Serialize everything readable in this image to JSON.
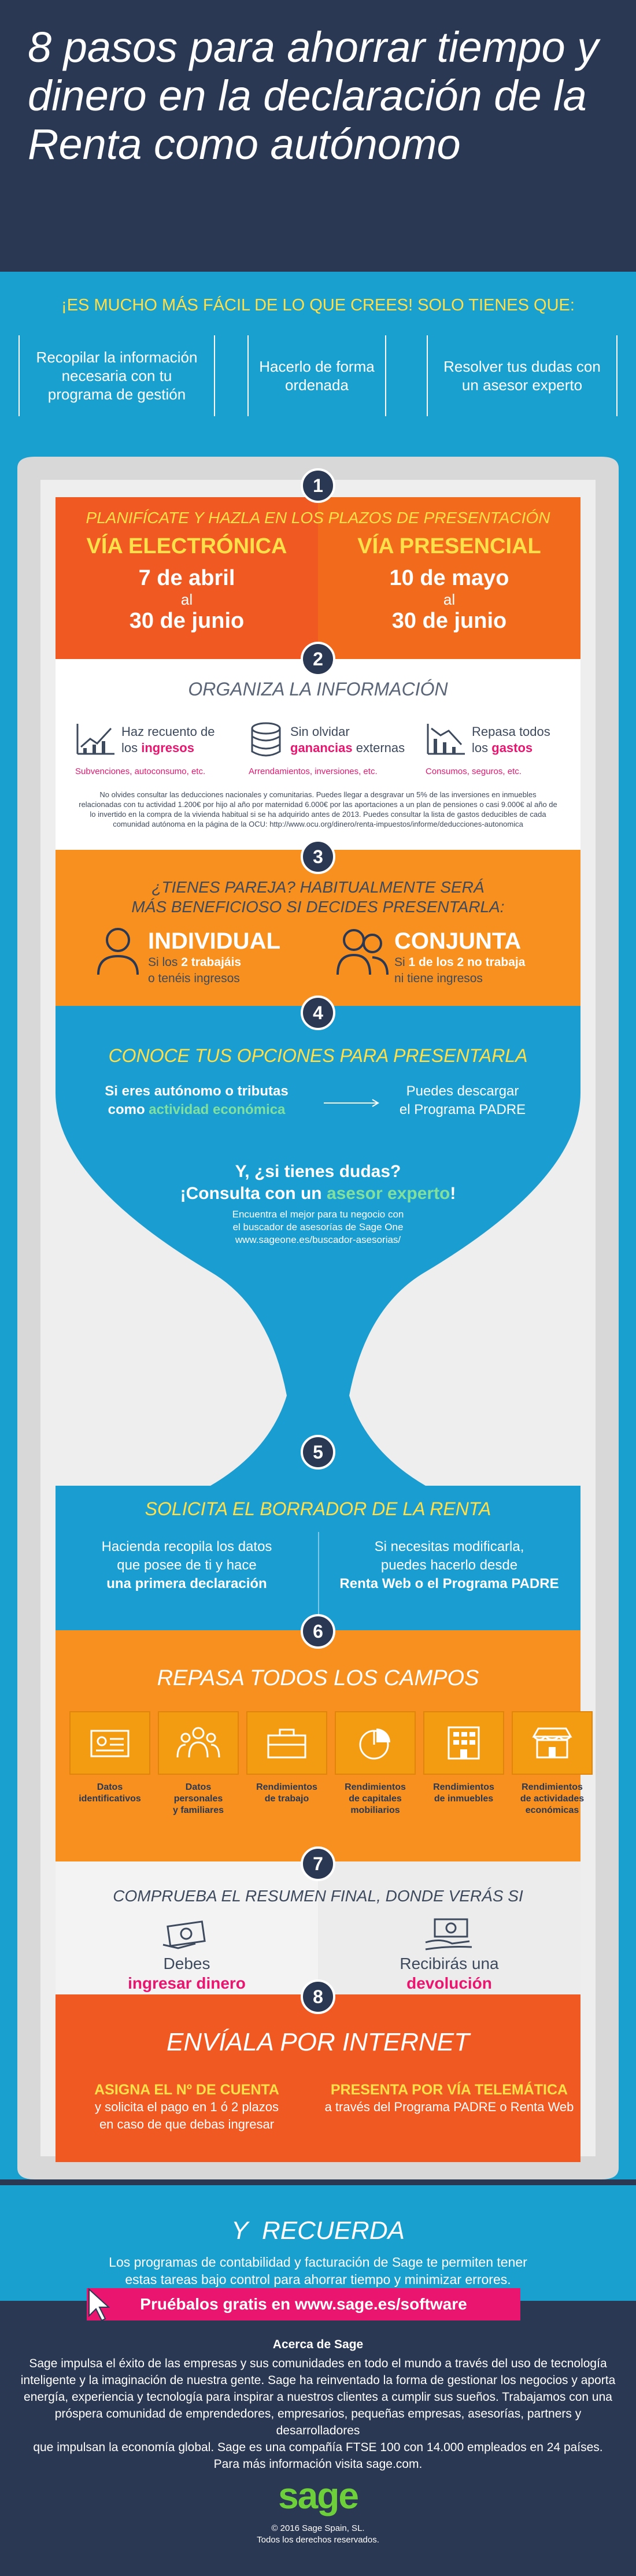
{
  "title": "8 pasos para ahorrar tiempo y dinero en la declaración de la Renta como autónomo",
  "intro": {
    "tagline": "¡ES MUCHO MÁS FÁCIL DE LO QUE CREES! SOLO TIENES QUE:",
    "boxes": [
      "Recopilar la información necesaria con tu programa de gestión",
      "Hacerlo de forma ordenada",
      "Resolver tus dudas con un asesor experto"
    ]
  },
  "steps": {
    "s1": {
      "num": "1",
      "heading": "PLANIFÍCATE Y HAZLA EN LOS PLAZOS DE PRESENTACIÓN",
      "left": {
        "title": "VÍA ELECTRÓNICA",
        "from": "7 de abril",
        "al": "al",
        "to": "30 de junio"
      },
      "right": {
        "title": "VÍA PRESENCIAL",
        "from": "10 de mayo",
        "al": "al",
        "to": "30 de junio"
      }
    },
    "s2": {
      "num": "2",
      "heading": "ORGANIZA LA INFORMACIÓN",
      "items": [
        {
          "a": "Haz recuento de",
          "b": "los",
          "hl": "ingresos",
          "sub": "Subvenciones, autoconsumo, etc."
        },
        {
          "a": "Sin olvidar",
          "b": "",
          "hl": "ganancias",
          "c": "externas",
          "sub": "Arrendamientos, inversiones, etc."
        },
        {
          "a": "Repasa todos",
          "b": "los",
          "hl": "gastos",
          "sub": "Consumos, seguros, etc."
        }
      ],
      "note": "No olvides consultar las deducciones nacionales y comunitarias. Puedes llegar a desgravar un 5% de las inversiones en inmuebles relacionadas con tu actividad 1.200€ por hijo al año por maternidad 6.000€ por las aportaciones a un plan de pensiones o casi 9.000€ al año de lo invertido en la compra de la vivienda habitual si se ha adquirido antes de 2013. Puedes consultar la lista de gastos deducibles de cada comunidad autónoma en la página de la OCU: http://www.ocu.org/dinero/renta-impuestos/informe/deducciones-autonomica"
    },
    "s3": {
      "num": "3",
      "heading1": "¿TIENES PAREJA? HABITUALMENTE SERÁ",
      "heading2": "MÁS BENEFICIOSO SI DECIDES PRESENTARLA:",
      "left": {
        "title": "INDIVIDUAL",
        "l1a": "Si los",
        "l1b": "2 trabajáis",
        "l2": "o tenéis ingresos"
      },
      "right": {
        "title": "CONJUNTA",
        "l1a": "Si",
        "l1b": "1 de los 2 no trabaja",
        "l2": "ni tiene ingresos"
      }
    },
    "s4": {
      "num": "4",
      "heading": "CONOCE TUS OPCIONES PARA PRESENTARLA",
      "l1": "Si eres autónomo o tributas",
      "l2a": "como",
      "l2b": "actividad económica",
      "r1": "Puedes descargar",
      "r2": "el Programa PADRE",
      "q1": "Y, ¿si tienes dudas?",
      "q2a": "¡Consulta con un",
      "q2b": "asesor experto",
      "q2c": "!",
      "f1": "Encuentra el mejor para tu negocio con",
      "f2": "el buscador de asesorías de Sage One",
      "f3": "www.sageone.es/buscador-asesorias/"
    },
    "s5": {
      "num": "5",
      "heading": "SOLICITA EL BORRADOR DE LA RENTA",
      "l1": "Hacienda recopila los datos",
      "l2": "que posee de ti y hace",
      "l3": "una primera declaración",
      "r1": "Si necesitas modificarla,",
      "r2": "puedes hacerlo desde",
      "r3": "Renta Web o el Programa PADRE"
    },
    "s6": {
      "num": "6",
      "heading": "REPASA TODOS LOS CAMPOS",
      "items": [
        [
          "Datos",
          "identificativos",
          ""
        ],
        [
          "Datos",
          "personales",
          "y familiares"
        ],
        [
          "Rendimientos",
          "de trabajo",
          ""
        ],
        [
          "Rendimientos",
          "de capitales",
          "mobiliarios"
        ],
        [
          "Rendimientos",
          "de inmuebles",
          ""
        ],
        [
          "Rendimientos",
          "de actividades",
          "económicas"
        ]
      ]
    },
    "s7": {
      "num": "7",
      "heading": "COMPRUEBA EL RESUMEN FINAL, DONDE VERÁS SI",
      "l1": "Debes",
      "l2": "ingresar dinero",
      "r1": "Recibirás una",
      "r2": "devolución"
    },
    "s8": {
      "num": "8",
      "heading": "ENVÍALA POR INTERNET",
      "l1": "ASIGNA EL Nº DE CUENTA",
      "l2": "y solicita el pago en 1 ó 2 plazos",
      "l3": "en caso de que debas ingresar",
      "r1": "PRESENTA POR VÍA TELEMÁTICA",
      "r2": "a través del Programa PADRE o Renta Web"
    }
  },
  "remember": {
    "title": "Y  RECUERDA",
    "t1": "Los programas de contabilidad y facturación de Sage te permiten tener",
    "t2": "estas tareas bajo control para ahorrar tiempo y minimizar errores.",
    "cta": "Pruébalos gratis en www.sage.es/software"
  },
  "footer": {
    "about": "Acerca de Sage",
    "p1": "Sage impulsa el éxito de las empresas y sus comunidades en todo el mundo a través del uso de tecnología",
    "p2": "inteligente y la imaginación de nuestra gente. Sage ha reinventado la forma de gestionar los negocios y aporta",
    "p3": "energía, experiencia y tecnología para inspirar a nuestros clientes a cumplir sus sueños. Trabajamos con una",
    "p4": "próspera comunidad de emprendedores, empresarios, pequeñas empresas, asesorías, partners y desarrolladores",
    "p5": "que impulsan la economía global. Sage es una compañía FTSE 100 con 14.000 empleados en 24 países.",
    "p6": "Para más información visita sage.com.",
    "logo": "sage",
    "copy1": "© 2016 Sage Spain, SL.",
    "copy2": "Todos los derechos reservados."
  },
  "colors": {
    "navy": "#2b3853",
    "cyan": "#1aa0cf",
    "orangeRed": "#f05a22",
    "orange": "#f7901e",
    "amber": "#f39c12",
    "yellow": "#ffe04a",
    "pink": "#e9156f",
    "gray": "#d8d8d8"
  }
}
